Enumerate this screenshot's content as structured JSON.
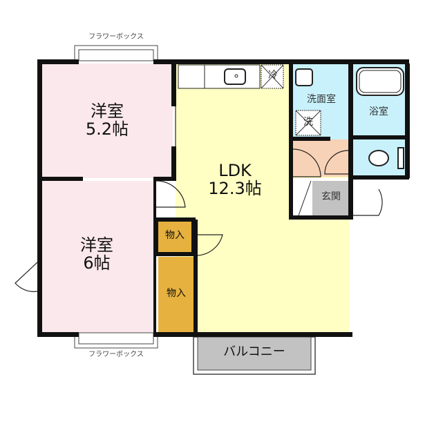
{
  "rooms": {
    "bedroom1": {
      "name": "洋室",
      "size": "5.2帖"
    },
    "bedroom2": {
      "name": "洋室",
      "size": "6帖"
    },
    "ldk": {
      "name": "LDK",
      "size": "12.3帖"
    },
    "washroom": "洗面室",
    "bath": "浴室",
    "entrance": "玄関",
    "closet_upper": "物入",
    "closet_lower": "物入",
    "balcony": "バルコニー"
  },
  "fixtures": {
    "fridge": "冷",
    "washer": "洗"
  },
  "flower_box_top": "フラワーボックス",
  "flower_box_bottom": "フラワーボックス",
  "colors": {
    "bedroom": "#fbe8ec",
    "ldk": "#ffffc4",
    "wet": "#c8f1fb",
    "closet": "#e6b13e",
    "hall": "#f8d2b6",
    "gray": "#c2c2c2"
  }
}
